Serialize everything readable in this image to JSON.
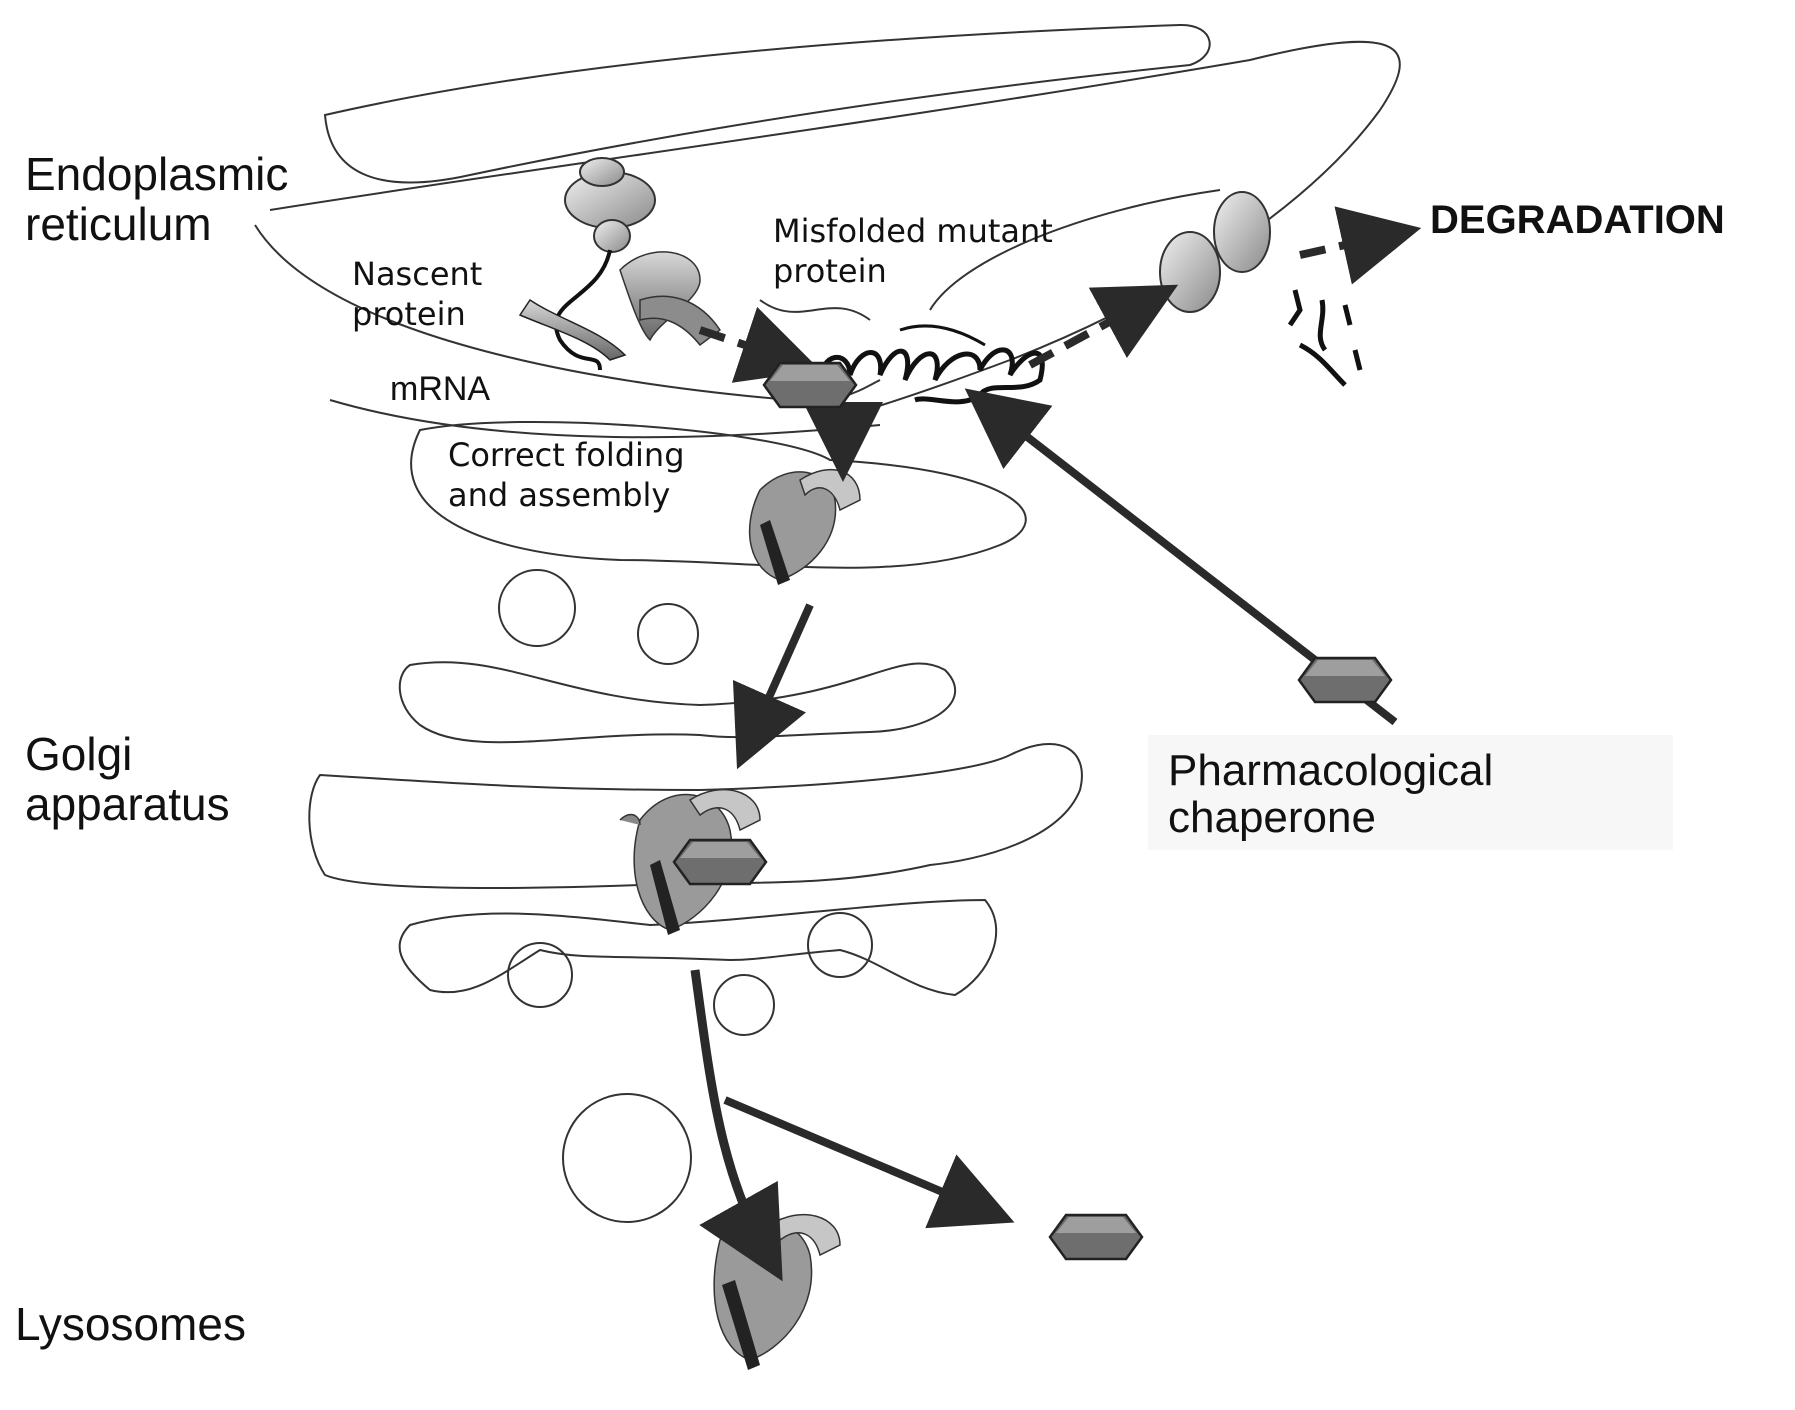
{
  "labels": {
    "er": [
      "Endoplasmic",
      "reticulum"
    ],
    "golgi": [
      "Golgi",
      "apparatus"
    ],
    "lysosomes": "Lysosomes",
    "degradation": "DEGRADATION",
    "nascent": [
      "Nascent",
      "protein"
    ],
    "misfolded": [
      "Misfolded mutant",
      "protein"
    ],
    "mrna": "mRNA",
    "correct": [
      "Correct folding",
      "and assembly"
    ],
    "chaperone": [
      "Pharmacological",
      "chaperone"
    ]
  },
  "colors": {
    "ink": "#111111",
    "arrow": "#2a2a2a",
    "chaperone_fill": "#6e6e6e",
    "chaperone_top": "#9e9e9e",
    "label_box": "#f7f7f7"
  }
}
